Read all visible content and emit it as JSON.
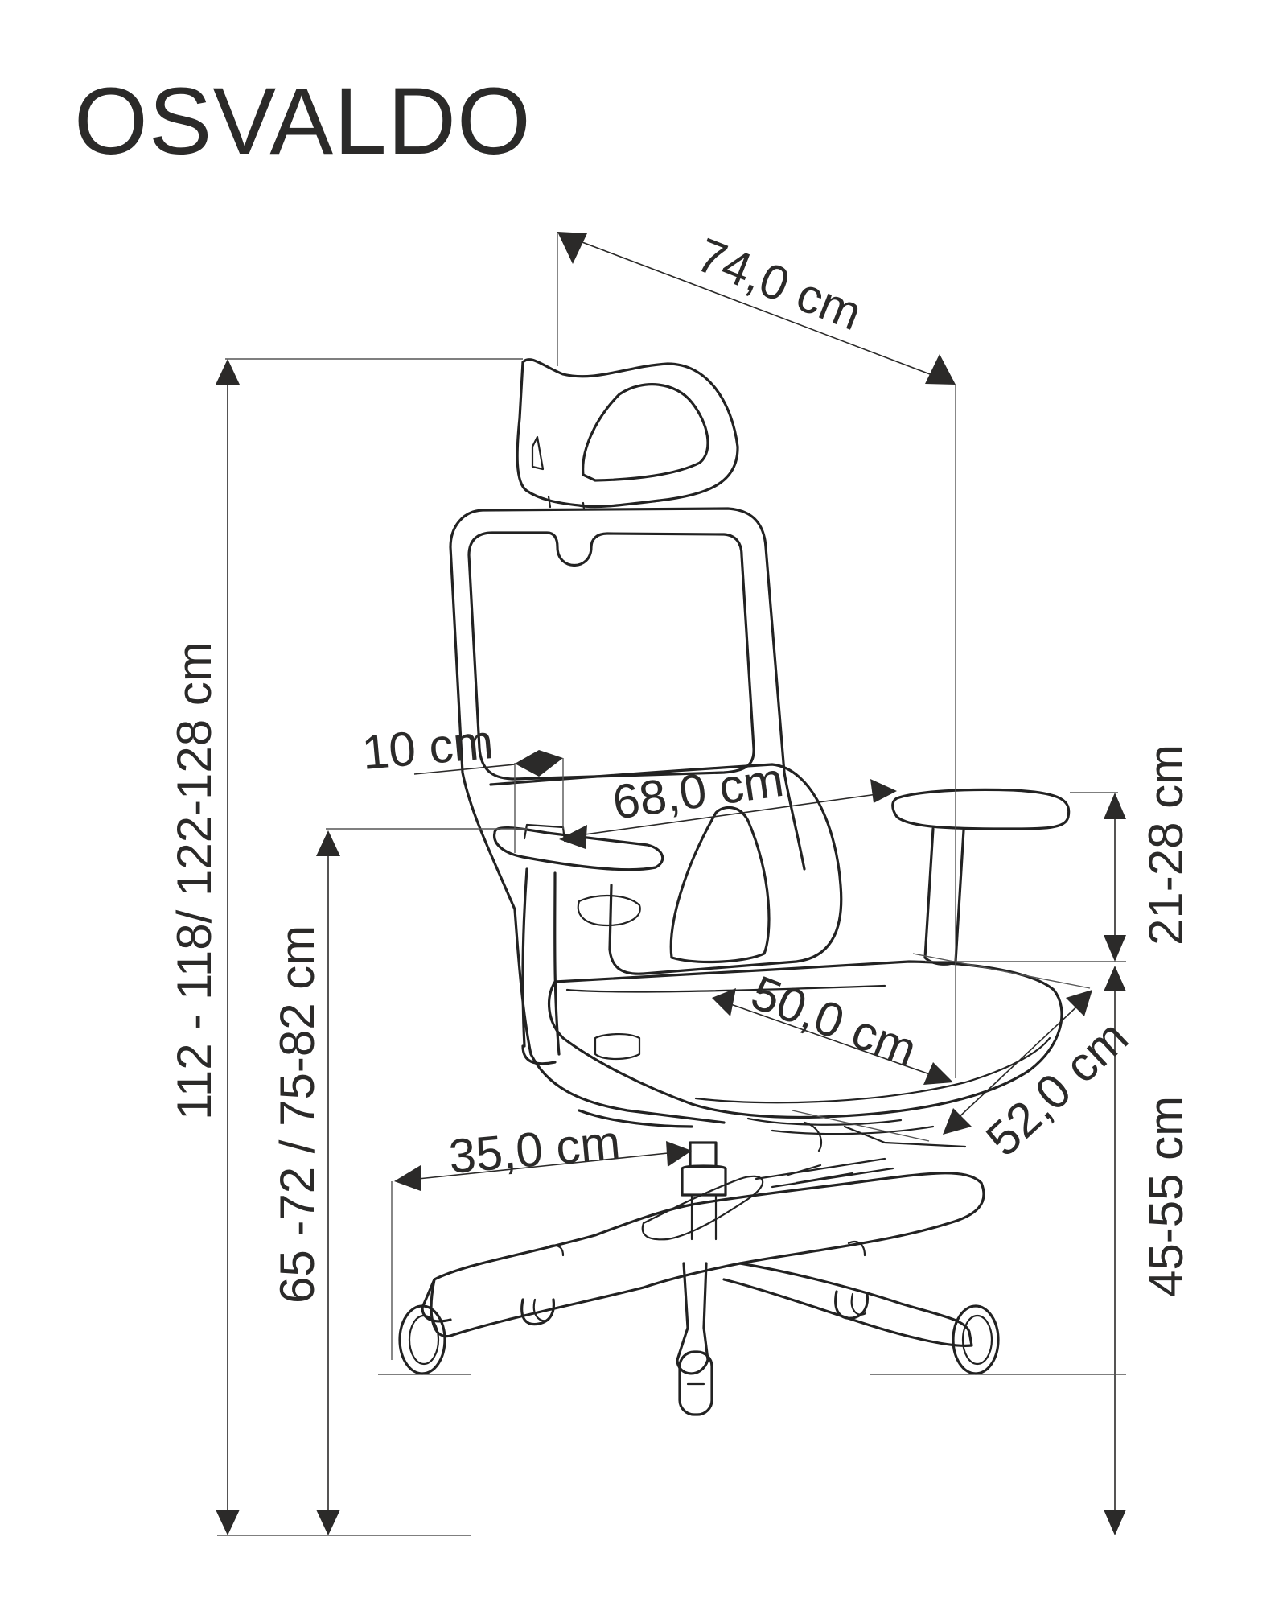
{
  "title": "OSVALDO",
  "dimensions": {
    "overall_depth": "74,0 cm",
    "total_height": "112 - 118/ 122-128 cm",
    "armrest_height": "65 -72 / 75-82 cm",
    "armrest_adjust": "10 cm",
    "width_between": "68,0 cm",
    "armrest_above_seat": "21-28 cm",
    "seat_depth": "50,0 cm",
    "seat_width": "52,0 cm",
    "base_radius": "35,0 cm",
    "seat_height": "45-55 cm"
  },
  "colors": {
    "text": "#2b2a29",
    "line": "#222222",
    "background": "#ffffff"
  }
}
